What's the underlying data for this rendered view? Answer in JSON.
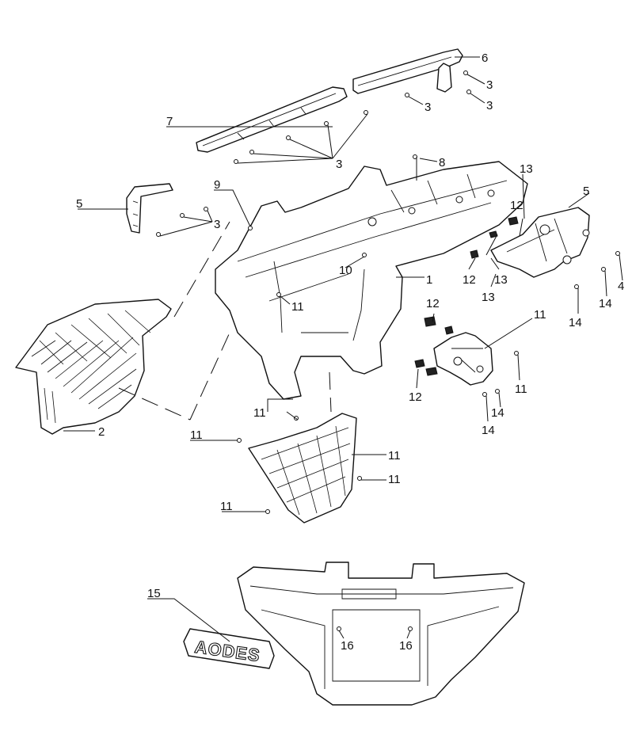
{
  "callouts": [
    {
      "id": "c1",
      "text": "1"
    },
    {
      "id": "c2",
      "text": "2"
    },
    {
      "id": "c3a",
      "text": "3"
    },
    {
      "id": "c3b",
      "text": "3"
    },
    {
      "id": "c3c",
      "text": "3"
    },
    {
      "id": "c3d",
      "text": "3"
    },
    {
      "id": "c3e",
      "text": "3"
    },
    {
      "id": "c4",
      "text": "4"
    },
    {
      "id": "c5a",
      "text": "5"
    },
    {
      "id": "c5b",
      "text": "5"
    },
    {
      "id": "c6",
      "text": "6"
    },
    {
      "id": "c7",
      "text": "7"
    },
    {
      "id": "c8",
      "text": "8"
    },
    {
      "id": "c9",
      "text": "9"
    },
    {
      "id": "c10",
      "text": "10"
    },
    {
      "id": "c11a",
      "text": "11"
    },
    {
      "id": "c11b",
      "text": "11"
    },
    {
      "id": "c11c",
      "text": "11"
    },
    {
      "id": "c11d",
      "text": "11"
    },
    {
      "id": "c11e",
      "text": "11"
    },
    {
      "id": "c11f",
      "text": "11"
    },
    {
      "id": "c11g",
      "text": "11"
    },
    {
      "id": "c11h",
      "text": "11"
    },
    {
      "id": "c12a",
      "text": "12"
    },
    {
      "id": "c12b",
      "text": "12"
    },
    {
      "id": "c12c",
      "text": "12"
    },
    {
      "id": "c12d",
      "text": "12"
    },
    {
      "id": "c13a",
      "text": "13"
    },
    {
      "id": "c13b",
      "text": "13"
    },
    {
      "id": "c13c",
      "text": "13"
    },
    {
      "id": "c14a",
      "text": "14"
    },
    {
      "id": "c14b",
      "text": "14"
    },
    {
      "id": "c14c",
      "text": "14"
    },
    {
      "id": "c14d",
      "text": "14"
    },
    {
      "id": "c15",
      "text": "15"
    },
    {
      "id": "c16a",
      "text": "16"
    },
    {
      "id": "c16b",
      "text": "16"
    }
  ],
  "emblem": {
    "text": "AODES"
  }
}
